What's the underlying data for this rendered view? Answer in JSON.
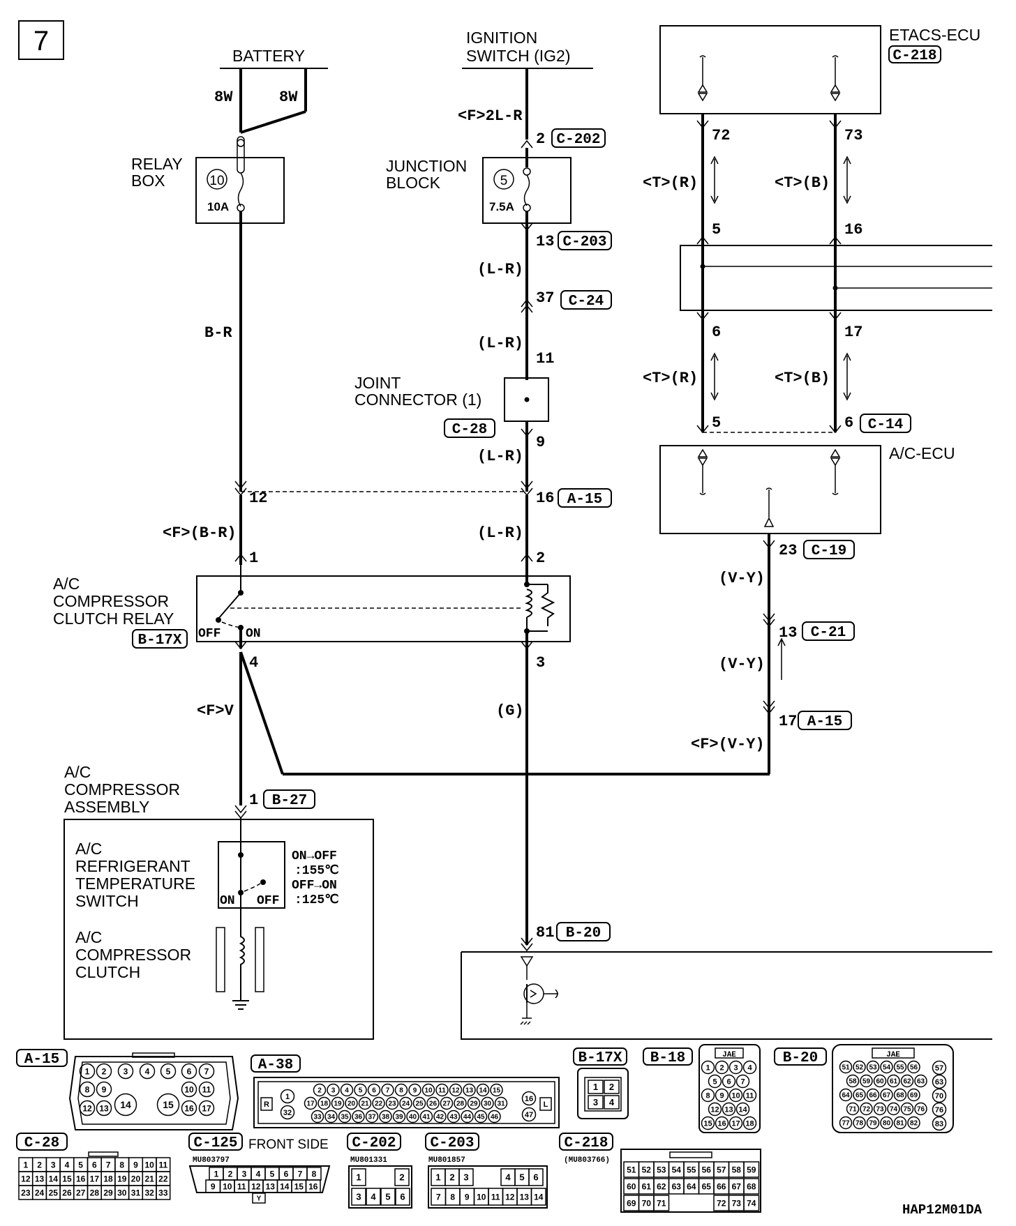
{
  "page_number": "7",
  "drawing_code": "HAP12M01DA",
  "sources": {
    "battery": "BATTERY",
    "ignition": "IGNITION\nSWITCH (IG2)"
  },
  "components": {
    "relay_box": "RELAY\nBOX",
    "relay_fuse_no": "10",
    "relay_fuse_amp": "10A",
    "junction_block": "JUNCTION\nBLOCK",
    "jb_fuse_no": "5",
    "jb_fuse_amp": "7.5A",
    "joint_connector": "JOINT\nCONNECTOR (1)",
    "etacs_ecu": "ETACS-ECU",
    "ac_ecu": "A/C-ECU",
    "compressor_relay": "A/C\nCOMPRESSOR\nCLUTCH RELAY",
    "compressor_assembly": "A/C\nCOMPRESSOR\nASSEMBLY",
    "refrigerant_switch": "A/C\nREFRIGERANT\nTEMPERATURE\nSWITCH",
    "compressor_clutch": "A/C\nCOMPRESSOR\nCLUTCH",
    "switch_spec": "ON→OFF\n:155℃\nOFF→ON\n:125℃",
    "off": "OFF",
    "on": "ON",
    "front_side": "FRONT SIDE",
    "jae": "JAE"
  },
  "wires": {
    "battery_8w_a": "8W",
    "battery_8w_b": "8W",
    "b_r": "B-R",
    "f_b_r": "<F>(B-R)",
    "f_v": "<F>V",
    "f_2l_r": "<F>2L-R",
    "l_r": "(L-R)",
    "g": "(G)",
    "t_r": "<T>(R)",
    "t_b": "<T>(B)",
    "v_y": "(V-Y)",
    "f_v_y": "<F>(V-Y)"
  },
  "pins": {
    "p72": "72",
    "p73": "73",
    "p5": "5",
    "p16": "16",
    "p6": "6",
    "p17": "17",
    "p2": "2",
    "p13": "13",
    "p37": "37",
    "p11": "11",
    "p9": "9",
    "p12": "12",
    "p1": "1",
    "p4": "4",
    "p3": "3",
    "p23": "23",
    "p81": "81"
  },
  "connectors": {
    "c202": "C-202",
    "c203": "C-203",
    "c24": "C-24",
    "c28": "C-28",
    "a15": "A-15",
    "b17x": "B-17X",
    "b27": "B-27",
    "b20": "B-20",
    "c218": "C-218",
    "c14": "C-14",
    "c19": "C-19",
    "c21": "C-21",
    "a38": "A-38",
    "b18": "B-18",
    "c125": "C-125"
  },
  "part_numbers": {
    "c125": "MU803797",
    "c202": "MU801331",
    "c203": "MU801857",
    "c218": "(MU803766)"
  },
  "connector_faces": {
    "a15_top": [
      "1",
      "2",
      "3",
      "4",
      "5",
      "6",
      "7"
    ],
    "a15_mid": [
      "8",
      "9",
      "10",
      "11"
    ],
    "a15_bot": [
      "12",
      "13",
      "14",
      "15",
      "16",
      "17"
    ],
    "a38_top": [
      "2",
      "3",
      "4",
      "5",
      "6",
      "7",
      "8",
      "9",
      "10",
      "11",
      "12",
      "13",
      "14",
      "15"
    ],
    "a38_mid": [
      "17",
      "18",
      "19",
      "20",
      "21",
      "22",
      "23",
      "24",
      "25",
      "26",
      "27",
      "28",
      "29",
      "30",
      "31"
    ],
    "a38_bot": [
      "33",
      "34",
      "35",
      "36",
      "37",
      "38",
      "39",
      "40",
      "41",
      "42",
      "43",
      "44",
      "45",
      "46"
    ],
    "a38_side": [
      "1",
      "32",
      "16",
      "47"
    ],
    "a38_marks": [
      "R",
      "L"
    ],
    "b17x": [
      "1",
      "2",
      "3",
      "4"
    ],
    "b18": [
      "1",
      "2",
      "3",
      "4",
      "5",
      "6",
      "7",
      "8",
      "9",
      "10",
      "11",
      "12",
      "13",
      "14",
      "15",
      "16",
      "17",
      "18"
    ],
    "b20_rows": [
      [
        "51",
        "52",
        "53",
        "54",
        "55",
        "56",
        "57"
      ],
      [
        "58",
        "59",
        "60",
        "61",
        "62",
        "63"
      ],
      [
        "64",
        "65",
        "66",
        "67",
        "68",
        "69",
        "70"
      ],
      [
        "71",
        "72",
        "73",
        "74",
        "75",
        "76"
      ],
      [
        "77",
        "78",
        "79",
        "80",
        "81",
        "82",
        "83"
      ]
    ],
    "c28_rows": [
      [
        "1",
        "2",
        "3",
        "4",
        "5",
        "6",
        "7",
        "8",
        "9",
        "10",
        "11"
      ],
      [
        "12",
        "13",
        "14",
        "15",
        "16",
        "17",
        "18",
        "19",
        "20",
        "21",
        "22"
      ],
      [
        "23",
        "24",
        "25",
        "26",
        "27",
        "28",
        "29",
        "30",
        "31",
        "32",
        "33"
      ]
    ],
    "c125_rows": [
      [
        "1",
        "2",
        "3",
        "4",
        "5",
        "6",
        "7",
        "8"
      ],
      [
        "9",
        "10",
        "11",
        "12",
        "13",
        "14",
        "15",
        "16"
      ]
    ],
    "c125_key": "Y",
    "c202": [
      "1",
      "2",
      "3",
      "4",
      "5",
      "6"
    ],
    "c203_rows": [
      [
        "1",
        "2",
        "3",
        "4",
        "5",
        "6"
      ],
      [
        "7",
        "8",
        "9",
        "10",
        "11",
        "12",
        "13",
        "14"
      ]
    ],
    "c218_rows": [
      [
        "51",
        "52",
        "53",
        "54",
        "55",
        "56",
        "57",
        "58",
        "59"
      ],
      [
        "60",
        "61",
        "62",
        "63",
        "64",
        "65",
        "66",
        "67",
        "68"
      ],
      [
        "69",
        "70",
        "71",
        "72",
        "73",
        "74"
      ]
    ]
  }
}
